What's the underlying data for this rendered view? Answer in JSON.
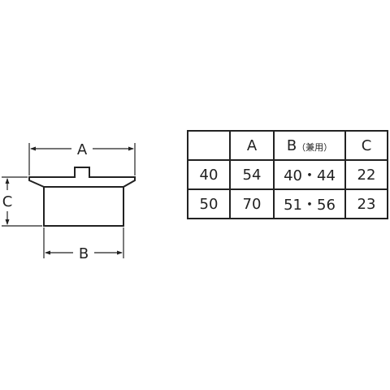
{
  "diagram": {
    "dimension_labels": {
      "a": "A",
      "b": "B",
      "c": "C"
    }
  },
  "table": {
    "header": [
      "",
      "A",
      "B",
      "C"
    ],
    "header_note": "（兼用）",
    "rows": [
      [
        "40",
        "54",
        "40・44",
        "22"
      ],
      [
        "50",
        "70",
        "51・56",
        "23"
      ]
    ]
  }
}
